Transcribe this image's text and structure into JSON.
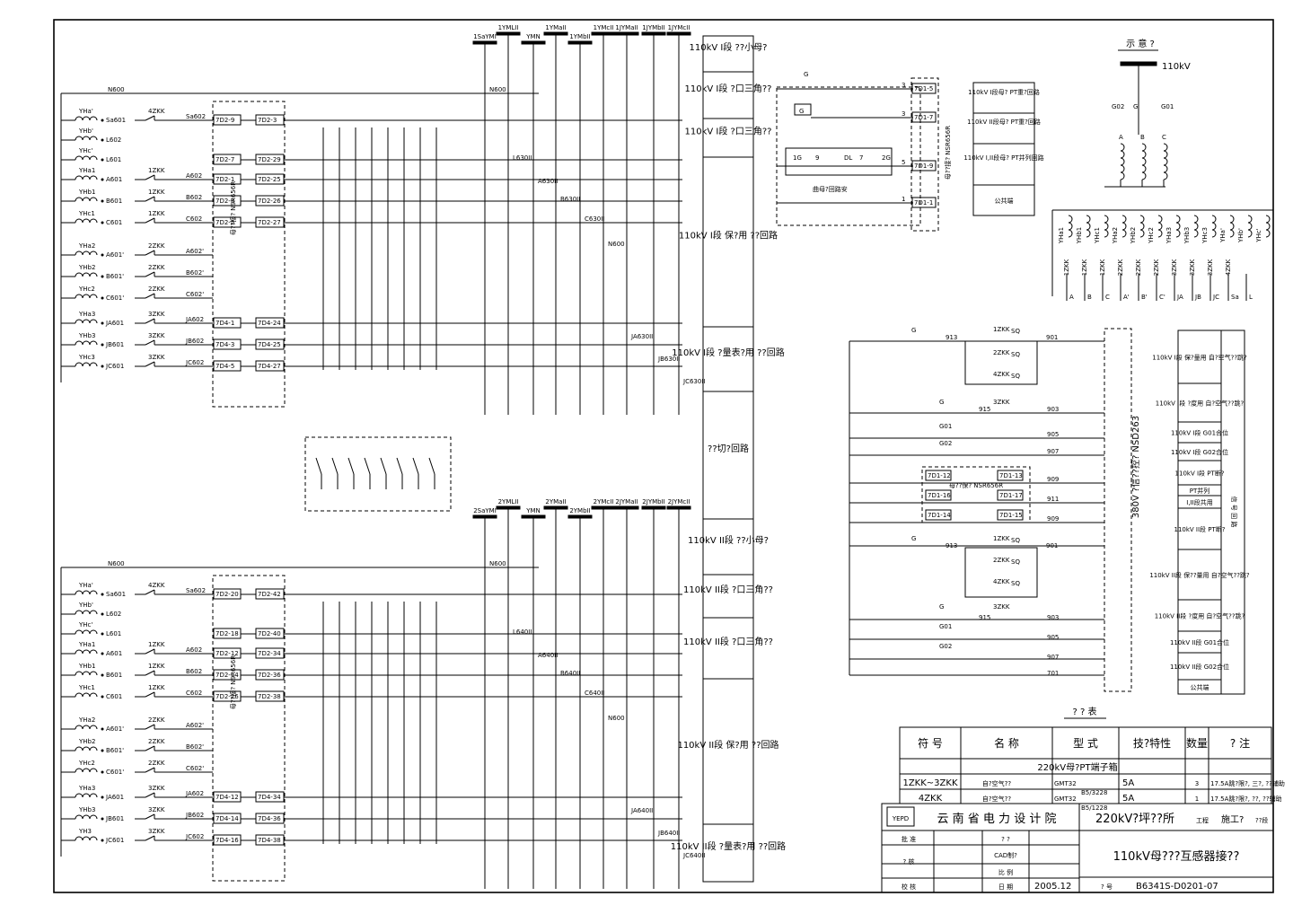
{
  "upper": {
    "n600": "N600",
    "vt": [
      {
        "yh": "YHa'",
        "wire": "Sa601",
        "sw": "4ZKK",
        "out": "Sa602",
        "t1": "7D2-9",
        "t2": "7D2-3"
      },
      {
        "yh": "YHb'",
        "wire": "L602",
        "sw": "",
        "out": "",
        "t1": "",
        "t2": ""
      },
      {
        "yh": "YHc'",
        "wire": "L601",
        "sw": "",
        "out": "",
        "t1": "7D2-7",
        "t2": "7D2-29"
      },
      {
        "yh": "YHa1",
        "wire": "A601",
        "sw": "1ZKK",
        "out": "A602",
        "t1": "7D2-1",
        "t2": "7D2-25"
      },
      {
        "yh": "YHb1",
        "wire": "B601",
        "sw": "1ZKK",
        "out": "B602",
        "t1": "7D2-3",
        "t2": "7D2-26"
      },
      {
        "yh": "YHc1",
        "wire": "C601",
        "sw": "1ZKK",
        "out": "C602",
        "t1": "7D2-5",
        "t2": "7D2-27"
      },
      {
        "yh": "YHa2",
        "wire": "A601'",
        "sw": "2ZKK",
        "out": "A602'",
        "t1": "",
        "t2": ""
      },
      {
        "yh": "YHb2",
        "wire": "B601'",
        "sw": "2ZKK",
        "out": "B602'",
        "t1": "",
        "t2": ""
      },
      {
        "yh": "YHc2",
        "wire": "C601'",
        "sw": "2ZKK",
        "out": "C602'",
        "t1": "",
        "t2": ""
      },
      {
        "yh": "YHa3",
        "wire": "JA601",
        "sw": "3ZKK",
        "out": "JA602",
        "t1": "7D4-1",
        "t2": "7D4-24"
      },
      {
        "yh": "YHb3",
        "wire": "JB601",
        "sw": "3ZKK",
        "out": "JB602",
        "t1": "7D4-3",
        "t2": "7D4-25"
      },
      {
        "yh": "YHc3",
        "wire": "JC601",
        "sw": "3ZKK",
        "out": "JC602",
        "t1": "7D4-5",
        "t2": "7D4-27"
      }
    ],
    "dev": "母??接? NSR656R",
    "buses": [
      "1SaYMI",
      "1YMLII",
      "YMN",
      "1YMaII",
      "1YMbII",
      "1YMcII",
      "1JYMaII",
      "1JYMbII",
      "1JYMcII"
    ],
    "wire_tags": [
      "N600",
      "L630II",
      "A630II",
      "B630II",
      "C630II",
      "N600",
      "JA630II",
      "JB630II",
      "JC630II"
    ]
  },
  "lower": {
    "n600": "N600",
    "vt": [
      {
        "yh": "YHa'",
        "wire": "Sa601",
        "sw": "4ZKK",
        "out": "Sa602",
        "t1": "7D2-20",
        "t2": "7D2-42"
      },
      {
        "yh": "YHb'",
        "wire": "L602",
        "sw": "",
        "out": "",
        "t1": "",
        "t2": ""
      },
      {
        "yh": "YHc'",
        "wire": "L601",
        "sw": "",
        "out": "",
        "t1": "7D2-18",
        "t2": "7D2-40"
      },
      {
        "yh": "YHa1",
        "wire": "A601",
        "sw": "1ZKK",
        "out": "A602",
        "t1": "7D2-12",
        "t2": "7D2-34"
      },
      {
        "yh": "YHb1",
        "wire": "B601",
        "sw": "1ZKK",
        "out": "B602",
        "t1": "7D2-14",
        "t2": "7D2-36"
      },
      {
        "yh": "YHc1",
        "wire": "C601",
        "sw": "1ZKK",
        "out": "C602",
        "t1": "7D2-16",
        "t2": "7D2-38"
      },
      {
        "yh": "YHa2",
        "wire": "A601'",
        "sw": "2ZKK",
        "out": "A602'",
        "t1": "",
        "t2": ""
      },
      {
        "yh": "YHb2",
        "wire": "B601'",
        "sw": "2ZKK",
        "out": "B602'",
        "t1": "",
        "t2": ""
      },
      {
        "yh": "YHc2",
        "wire": "C601'",
        "sw": "2ZKK",
        "out": "C602'",
        "t1": "",
        "t2": ""
      },
      {
        "yh": "YHa3",
        "wire": "JA601",
        "sw": "3ZKK",
        "out": "JA602",
        "t1": "7D4-12",
        "t2": "7D4-34"
      },
      {
        "yh": "YHb3",
        "wire": "JB601",
        "sw": "3ZKK",
        "out": "JB602",
        "t1": "7D4-14",
        "t2": "7D4-36"
      },
      {
        "yh": "YH3",
        "wire": "JC601",
        "sw": "3ZKK",
        "out": "JC602",
        "t1": "7D4-16",
        "t2": "7D4-38"
      }
    ],
    "dev": "母??接? NSR656R",
    "buses": [
      "2SaYMI",
      "2YMLII",
      "YMN",
      "2YMaII",
      "2YMbII",
      "2YMcII",
      "2JYMaII",
      "2JYMbII",
      "2JYMcII"
    ],
    "wire_tags": [
      "N600",
      "L640II",
      "A640II",
      "B640II",
      "C640II",
      "N600",
      "JA640II",
      "JB640II",
      "JC640II"
    ]
  },
  "func_column": [
    "110kV I段 ??小母?",
    "110kV I段 ?口三角??",
    "110kV I段 ?口三角??",
    "110kV I段 保?用 ??回路",
    "110kV I段 ?量表?用 ??回路",
    "??切?回路",
    "110kV II段 ??小母?",
    "110kV II段 ?口三角??",
    "110kV II段 ?口三角??",
    "110kV II段 保?用 ??回路",
    "110kV II段 ?量表?用 ??回路"
  ],
  "switch_circuit": {
    "labels": [
      "G",
      "G",
      "1G",
      "9",
      "DL",
      "7",
      "2G",
      "曲母?回路安"
    ],
    "nums": [
      "3",
      "3",
      "5",
      "1"
    ],
    "terms": [
      "7D1-5",
      "7D1-7",
      "7D1-9",
      "7D1-1"
    ],
    "dev": "母??接? NSR656R",
    "legend": [
      "110kV I段母? PT重?回路",
      "110kV II段母? PT重?回路",
      "110kV I,II段母? PT并列回路",
      "公共端"
    ]
  },
  "schematic": {
    "title": "示 意 ?",
    "voltage": "110kV",
    "labels": [
      "G02",
      "G",
      "G01",
      "A",
      "B",
      "C"
    ],
    "coils": [
      "YHa1",
      "YHb1",
      "YHc1",
      "YHa2",
      "YHb2",
      "YHc2",
      "YHa3",
      "YHb3",
      "YHc3",
      "YHa'",
      "YHb'",
      "YHc'"
    ],
    "sws": [
      "1ZKK",
      "1ZKK",
      "1ZKK",
      "2ZKK",
      "2ZKK",
      "2ZKK",
      "3ZKK",
      "3ZKK",
      "3ZKK",
      "4ZKK"
    ],
    "phases": [
      "A",
      "B",
      "C",
      "A'",
      "B'",
      "C'",
      "JA",
      "JB",
      "JC",
      "Sa",
      "L"
    ]
  },
  "signal": {
    "top_labels": [
      "G",
      "913",
      "1ZKK",
      "SQ",
      "901",
      "2ZKK",
      "SQ",
      "4ZKK",
      "SQ"
    ],
    "rows": [
      "G",
      "915",
      "3ZKK",
      "903",
      "G01",
      "905",
      "G02",
      "907",
      "909",
      "911",
      "909"
    ],
    "nsr_terms": [
      "7D1-12",
      "7D1-13",
      "7D1-16",
      "7D1-17",
      "7D1-14",
      "7D1-15"
    ],
    "nsr_dev": "母??保? NSR656R",
    "bot": [
      "G",
      "913",
      "1ZKK",
      "SQ",
      "901",
      "2ZKK",
      "SQ",
      "4ZKK",
      "SQ",
      "G",
      "915",
      "3ZKK",
      "903",
      "G01",
      "905",
      "G02",
      "907",
      "701"
    ],
    "nsd": "380V ?信??控? NSD263",
    "legend": [
      "110kV I段 保?量用 自?空气??跳?",
      "110kV I段 ?度用 自?空气??跳?",
      "110kV I段 G01合位",
      "110kV I段 G02合位",
      "110kV I段 PT断?",
      "PT并列",
      "I,II段共用",
      "110kV II段 PT断?",
      "110kV II段 保??量用 自?空气??跳?",
      "110kV II段 ?度用 自?空气??跳?",
      "110kV II段 G01合位",
      "110kV II段 G02合位",
      "公共端"
    ],
    "side": "信 号 回 路"
  },
  "table": {
    "caption": "? ? 表",
    "headers": [
      "符  号",
      "名  称",
      "型  式",
      "技?特性",
      "数量",
      "? 注"
    ],
    "section": "220kV母?PT端子箱",
    "rows": [
      {
        "sym": "1ZKK~3ZKK",
        "name": "自?空气??",
        "type": "GMT32",
        "spec": "5A",
        "qty": "3",
        "note": "17.5A跳?限?, 三?, ??辅助"
      },
      {
        "sym": "4ZKK",
        "name": "自?空气??",
        "type": "GMT32",
        "spec": "5A",
        "qty": "1",
        "note": "17.5A跳?限?, ??, ??辅助"
      }
    ],
    "extra": [
      "B5/3228",
      "B5/1228"
    ]
  },
  "titleblock": {
    "company": "云 南 省 电 力 设 计 院",
    "project": "220kV?坪??所",
    "project_tag": "工程",
    "stage": "施工?",
    "stage_end": "??段",
    "drawing_title": "110kV母???互感器接??",
    "approve": "批  准",
    "review": "?  核",
    "check": "校  核",
    "cad": "CAD制?",
    "scale": "比  例",
    "date_label": "日  期",
    "date": "2005.12",
    "no_label": "?  号",
    "no": "B6341S-D0201-07",
    "q": "?  ?",
    "logo": "YEPD"
  }
}
